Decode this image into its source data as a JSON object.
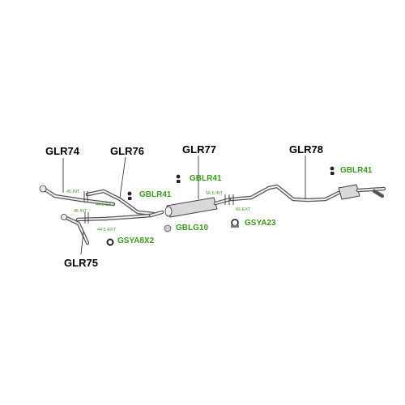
{
  "colors": {
    "accessory_label": "#3a9a1c",
    "part_label": "#000000",
    "pipe": "#555555"
  },
  "parts": {
    "glr74": "GLR74",
    "glr75": "GLR75",
    "glr76": "GLR76",
    "glr77": "GLR77",
    "glr78": "GLR78"
  },
  "accessories": {
    "gblr41_a": "GBLR41",
    "gblr41_b": "GBLR41",
    "gblr41_c": "GBLR41",
    "gsya8x2": "GSYA8X2",
    "gblg10": "GBLG10",
    "gsya23": "GSYA23"
  },
  "dimensions": {
    "d45int_a": "45 INT",
    "d44_5ext_a": "44.5 EXT",
    "d45int_b": "45 INT",
    "d44_5ext_b": "44.5 EXT",
    "d56_5int": "56.5 INT",
    "d66ext": "66 EXT"
  },
  "icons": [
    "clamp-icon",
    "rubber-hanger-icon",
    "gasket-icon",
    "bracket-icon"
  ]
}
